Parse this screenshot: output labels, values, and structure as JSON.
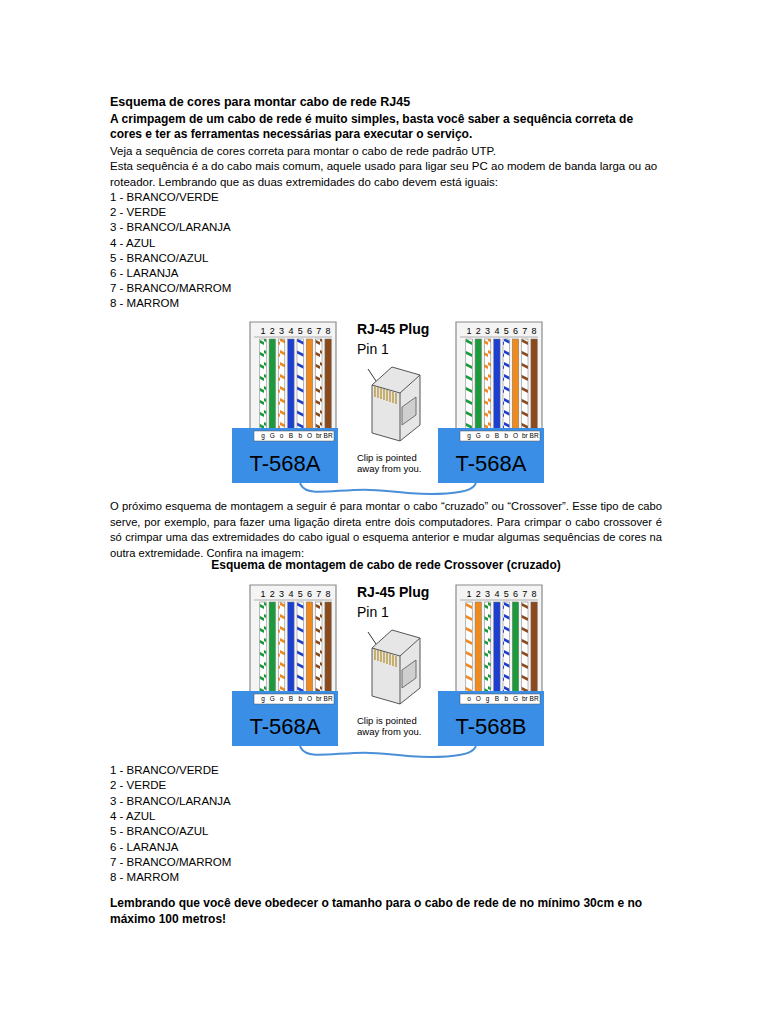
{
  "diagram": {
    "title": "Esquema de cores para montar cabo de rede RJ45",
    "nodes": [
      {
        "text": [
          "T-568A"
        ]
      },
      {
        "text": [
          "T-568A"
        ]
      },
      {
        "text": [
          "T-568A"
        ]
      },
      {
        "text": [
          "T-568B"
        ]
      }
    ],
    "edges": [
      {
        "from": 0,
        "to": 1,
        "arrow": "none"
      },
      {
        "from": 2,
        "to": 3,
        "arrow": "none"
      }
    ],
    "labels": [
      "A crimpagem de um cabo de rede é muito simples, basta você saber a sequência correta de cores e ter as ferramentas necessárias para executar o serviço.",
      "Veja a sequência de cores correta para montar o cabo de rede padrão UTP.",
      "Esta sequência é a do cabo mais comum, aquele usado para ligar seu PC ao modem de banda larga ou ao roteador. Lembrando que as duas extremidades do cabo devem está iguais:",
      "1 - BRANCO/VERDE",
      "2 - VERDE",
      "3 - BRANCO/LARANJA",
      "4 - AZUL",
      "5 - BRANCO/AZUL",
      "6 - LARANJA",
      "7 - BRANCO/MARROM",
      "8 - MARROM",
      "1",
      "2",
      "3",
      "4",
      "5",
      "6",
      "7",
      "8",
      "g",
      "G",
      "o",
      "B",
      "b",
      "O",
      "br",
      "BR",
      "RJ-45 Plug",
      "Pin 1",
      "Clip is pointed away from you.",
      "1",
      "2",
      "3",
      "4",
      "5",
      "6",
      "7",
      "8",
      "g",
      "G",
      "o",
      "B",
      "b",
      "O",
      "br",
      "BR",
      "O próximo esquema de montagem a seguir é para montar o cabo “cruzado” ou “Crossover”. Esse tipo de cabo serve, por exemplo, para fazer uma ligação direta entre dois computadores. Para crimpar o cabo crossover é só crimpar uma das extremidades do cabo igual o esquema anterior e mudar algumas sequências de cores na outra extremidade. Confira na imagem:",
      "Esquema de montagem de cabo de rede Crossover (cruzado)",
      "1",
      "2",
      "3",
      "4",
      "5",
      "6",
      "7",
      "8",
      "g",
      "G",
      "o",
      "B",
      "b",
      "O",
      "br",
      "BR",
      "RJ-45 Plug",
      "Pin 1",
      "Clip is pointed away from you.",
      "1",
      "2",
      "3",
      "4",
      "5",
      "6",
      "7",
      "8",
      "o",
      "O",
      "g",
      "B",
      "b",
      "G",
      "br",
      "BR",
      "1 - BRANCO/VERDE",
      "2 - VERDE",
      "3 - BRANCO/LARANJA",
      "4 - AZUL",
      "5 - BRANCO/AZUL",
      "6 - LARANJA",
      "7 - BRANCO/MARROM",
      "8 - MARROM",
      "Lembrando que você deve obedecer o tamanho para o cabo de rede de no mínimo 30cm e no máximo 100 metros!"
    ]
  }
}
